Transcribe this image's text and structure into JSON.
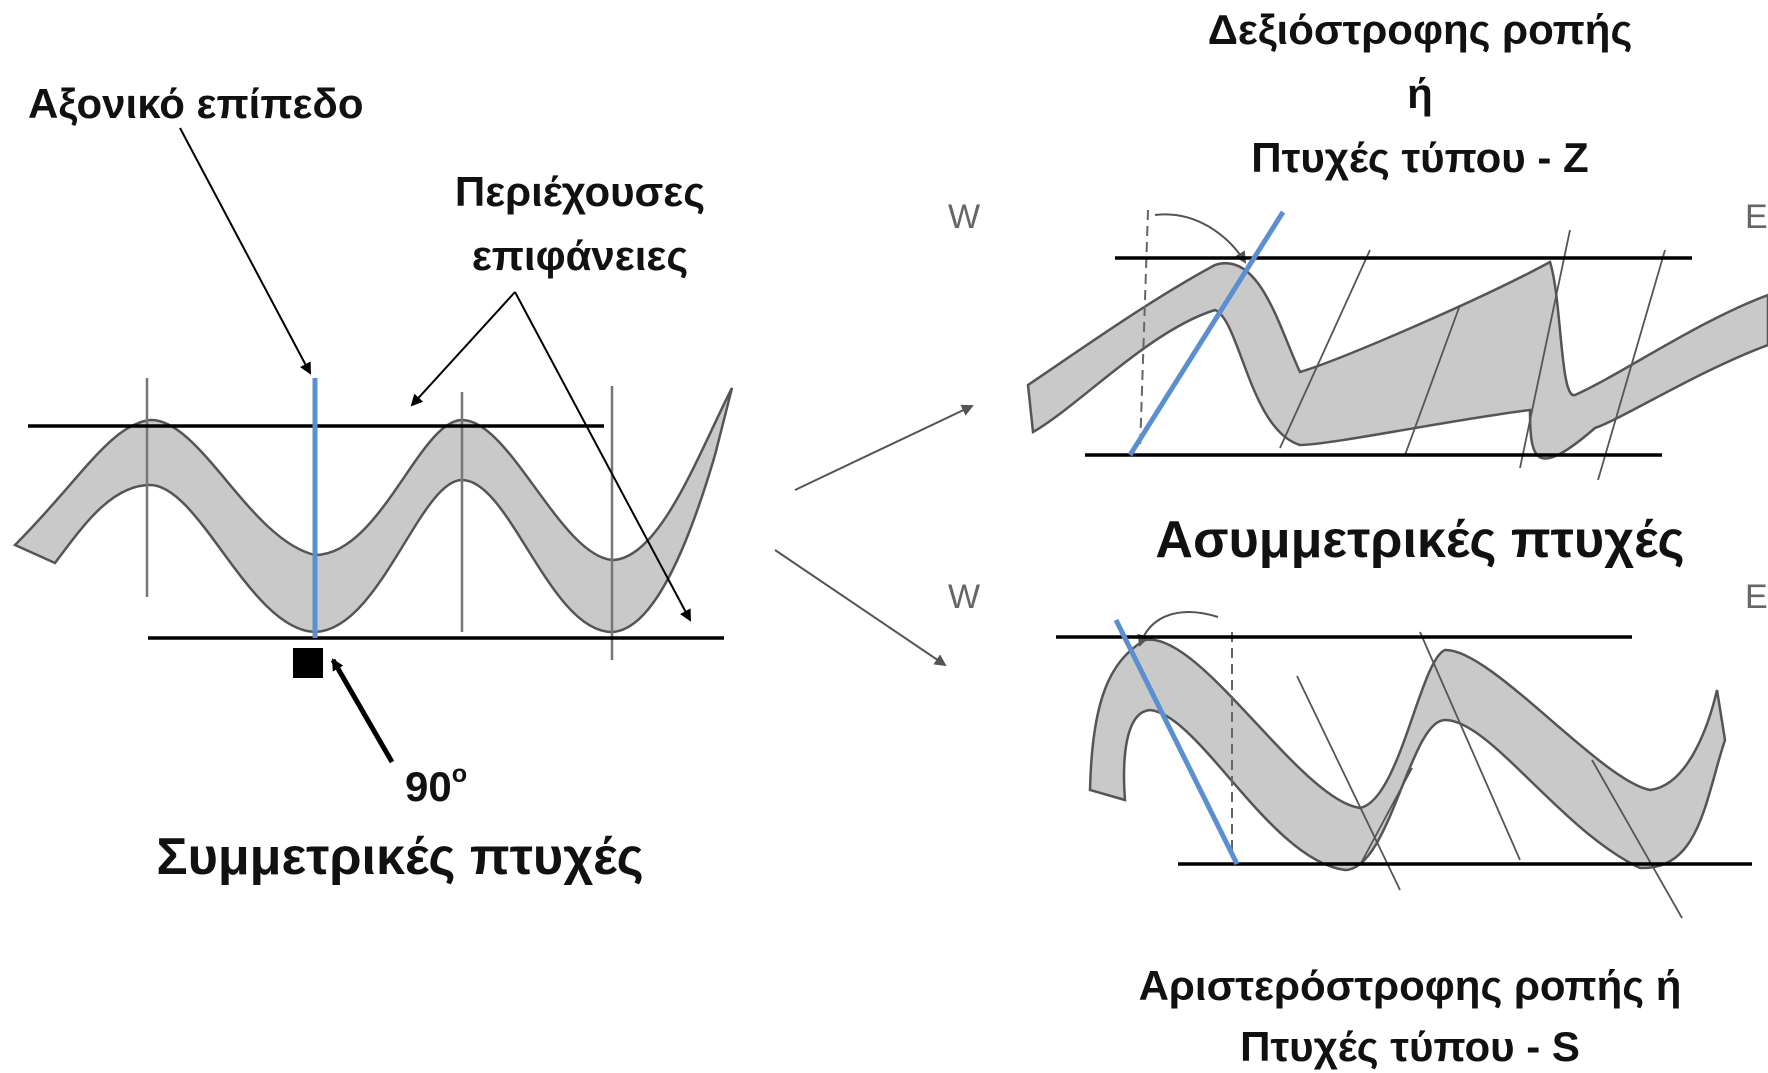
{
  "labels": {
    "axial_plane": "Αξονικό επίπεδο",
    "enveloping_surfaces_line1": "Περιέχουσες",
    "enveloping_surfaces_line2": "επιφάνειες",
    "angle_value": "90",
    "angle_unit": "o",
    "symmetric_folds": "Συμμετρικές πτυχές",
    "dextral_line1": "Δεξιόστροφης ροπής",
    "dextral_line2": "ή",
    "dextral_line3": "Πτυχές τύπου - Z",
    "asymmetric_folds": "Ασυμμετρικές πτυχές",
    "sinistral_line1": "Αριστερόστροφης ροπής ή",
    "sinistral_line2": "Πτυχές τύπου - S"
  },
  "compass": {
    "west_top": "W",
    "east_top": "E",
    "west_bottom": "W",
    "east_bottom": "E"
  },
  "colors": {
    "fold_fill": "#c9c9c9",
    "fold_edge": "#555555",
    "axial_plane": "#5b8fd0",
    "line": "#000000"
  }
}
